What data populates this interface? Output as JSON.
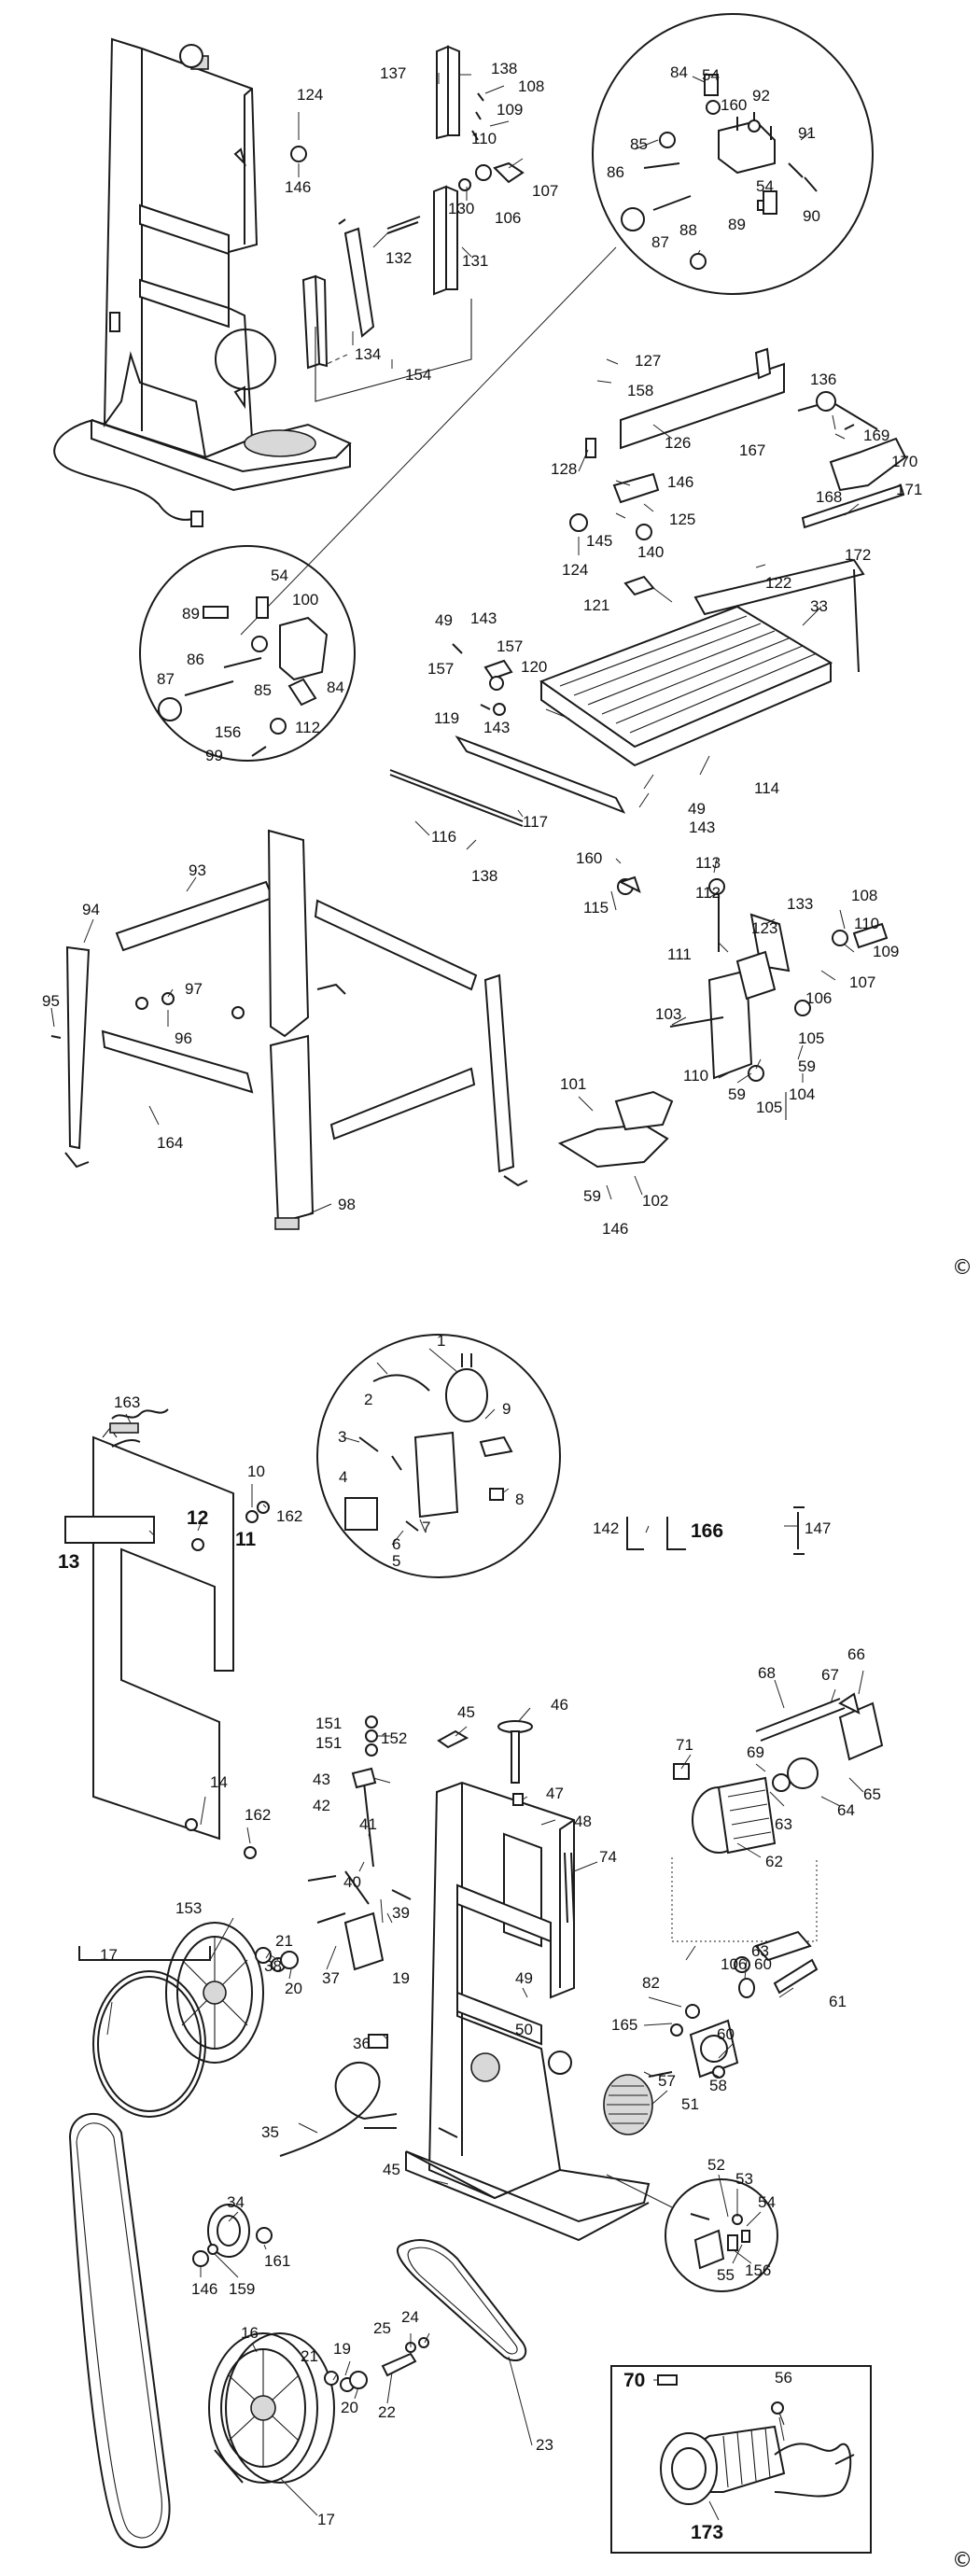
{
  "copyright_symbol": "©",
  "callouts_top": [
    "137",
    "138",
    "108",
    "124",
    "109",
    "110",
    "107",
    "146",
    "106",
    "130",
    "132",
    "131",
    "134",
    "154",
    "84",
    "54",
    "160",
    "92",
    "85",
    "86",
    "91",
    "54",
    "90",
    "88",
    "89",
    "87",
    "127",
    "158",
    "136",
    "169",
    "126",
    "167",
    "170",
    "128",
    "146",
    "168",
    "171",
    "125",
    "145",
    "140",
    "172",
    "124",
    "54",
    "100",
    "89",
    "86",
    "85",
    "84",
    "87",
    "112",
    "156",
    "99",
    "143",
    "49",
    "157",
    "157",
    "120",
    "119",
    "143",
    "121",
    "122",
    "33",
    "114",
    "49",
    "143",
    "117",
    "116",
    "138",
    "160",
    "115",
    "113",
    "112",
    "133",
    "108",
    "123",
    "110",
    "109",
    "111",
    "106",
    "107",
    "103",
    "105",
    "110",
    "59",
    "59",
    "104",
    "105",
    "101",
    "102",
    "59",
    "146",
    "93",
    "94",
    "97",
    "95",
    "96",
    "164",
    "98"
  ],
  "callouts_bottom": [
    "1",
    "2",
    "163",
    "9",
    "3",
    "10",
    "8",
    "12",
    "162",
    "4",
    "7",
    "11",
    "6",
    "5",
    "13",
    "142",
    "166",
    "147",
    "66",
    "68",
    "67",
    "45",
    "46",
    "71",
    "69",
    "151",
    "152",
    "151",
    "43",
    "65",
    "64",
    "47",
    "42",
    "63",
    "48",
    "14",
    "74",
    "62",
    "162",
    "41",
    "40",
    "39",
    "153",
    "21",
    "37",
    "38",
    "19",
    "17",
    "20",
    "63",
    "106",
    "60",
    "82",
    "49",
    "61",
    "165",
    "36",
    "50",
    "60",
    "58",
    "57",
    "35",
    "51",
    "34",
    "161",
    "146",
    "159",
    "52",
    "53",
    "54",
    "45",
    "55",
    "156",
    "70",
    "56",
    "24",
    "25",
    "23",
    "22",
    "16",
    "21",
    "19",
    "20",
    "173",
    "17"
  ]
}
